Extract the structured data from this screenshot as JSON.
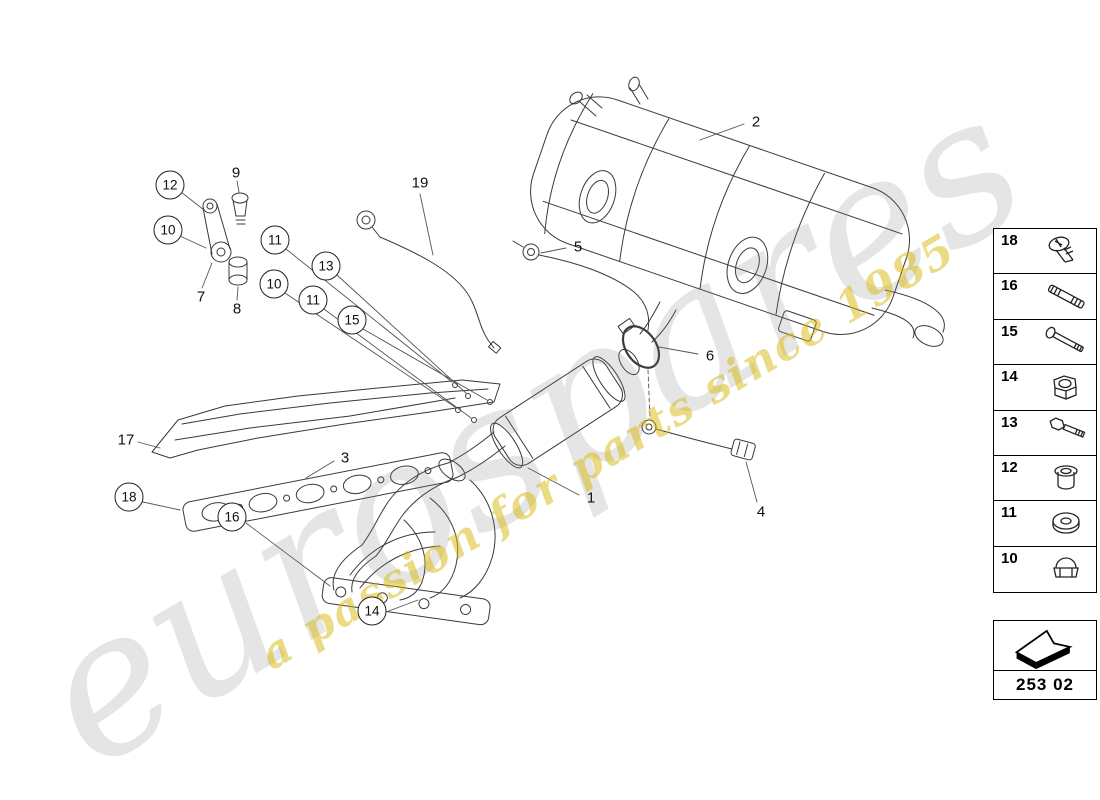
{
  "watermark": {
    "brand": "eurospares",
    "tagline": "a passion for parts since 1985"
  },
  "diagram_code": "253 02",
  "callouts": [
    {
      "label": "12"
    },
    {
      "label": "10"
    },
    {
      "label": "9"
    },
    {
      "label": "11"
    },
    {
      "label": "13"
    },
    {
      "label": "10"
    },
    {
      "label": "11"
    },
    {
      "label": "15"
    },
    {
      "label": "7"
    },
    {
      "label": "8"
    },
    {
      "label": "19"
    },
    {
      "label": "5"
    },
    {
      "label": "2"
    },
    {
      "label": "6"
    },
    {
      "label": "4"
    },
    {
      "label": "1"
    },
    {
      "label": "17"
    },
    {
      "label": "3"
    },
    {
      "label": "18"
    },
    {
      "label": "16"
    },
    {
      "label": "14"
    }
  ],
  "legend": {
    "items": [
      {
        "label": "18",
        "icon": "pan-head-screw-icon"
      },
      {
        "label": "16",
        "icon": "stud-icon"
      },
      {
        "label": "15",
        "icon": "long-bolt-icon"
      },
      {
        "label": "14",
        "icon": "hex-nut-icon"
      },
      {
        "label": "13",
        "icon": "hex-bolt-icon"
      },
      {
        "label": "12",
        "icon": "sleeve-bushing-icon"
      },
      {
        "label": "11",
        "icon": "washer-icon"
      },
      {
        "label": "10",
        "icon": "cap-nut-icon"
      }
    ]
  },
  "colors": {
    "line": "#3a3a3a",
    "watermark_gray": "#bfbfbf",
    "watermark_yellow": "#d9b90a"
  }
}
